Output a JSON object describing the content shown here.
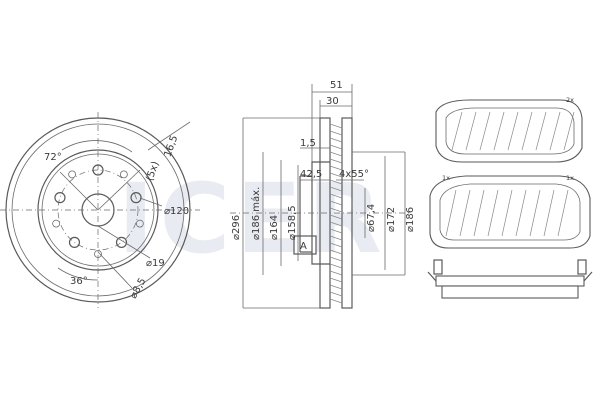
{
  "watermark": "ICER",
  "front_view": {
    "angle_top": "72°",
    "bolt_count": "(5x)",
    "thread": "16,5",
    "pcd": "120",
    "center_bore": "19",
    "hole": "8,5",
    "angle_bottom": "36°"
  },
  "section_view": {
    "width_total": "51",
    "width_inner": "30",
    "offset": "1,5",
    "d_outer": "296",
    "d_max": "186 máx.",
    "d_164": "164",
    "d_158": "158,5",
    "depth": "42,5",
    "chamfer": "4x55°",
    "d_67": "67,4",
    "d_172": "172",
    "d_186": "186",
    "ref_a": "A"
  },
  "pads": {
    "qty_top": "2x",
    "qty_left": "1x",
    "qty_right": "1x"
  }
}
